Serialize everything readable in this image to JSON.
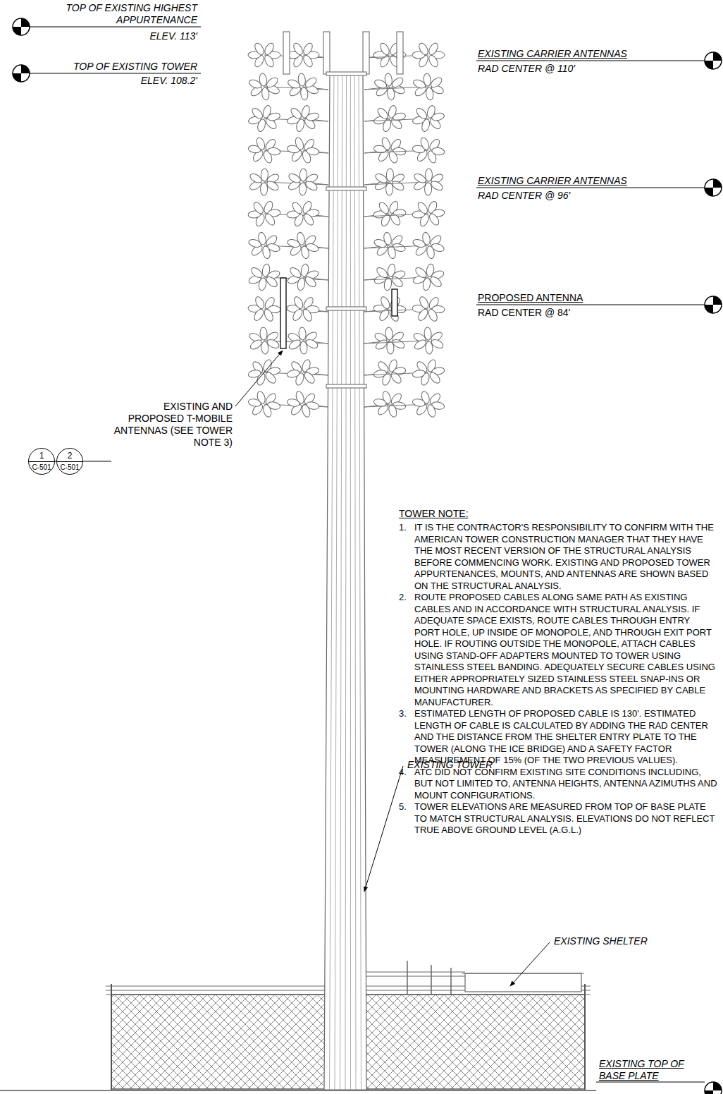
{
  "diagram": {
    "nodes": [
      {
        "text": [
          "1",
          "C-501"
        ]
      },
      {
        "text": [
          "2",
          "C-501"
        ]
      }
    ],
    "labels": [
      "TOP OF EXISTING HIGHEST APPURTENANCE",
      "ELEV. 113'",
      "TOP OF EXISTING TOWER",
      "ELEV. 108.2'",
      "EXISTING CARRIER ANTENNAS",
      "RAD CENTER @ 110'",
      "EXISTING CARRIER ANTENNAS",
      "RAD CENTER @ 96'",
      "PROPOSED ANTENNA",
      "RAD CENTER @ 84'",
      "EXISTING AND PROPOSED T-MOBILE ANTENNAS (SEE TOWER NOTE 3)",
      "TOWER NOTE:",
      "1.",
      "IT IS THE CONTRACTOR'S RESPONSIBILITY TO CONFIRM WITH THE AMERICAN TOWER CONSTRUCTION MANAGER THAT THEY HAVE THE MOST RECENT VERSION OF THE STRUCTURAL ANALYSIS BEFORE COMMENCING WORK. EXISTING AND PROPOSED TOWER APPURTENANCES, MOUNTS, AND ANTENNAS ARE SHOWN BASED ON THE STRUCTURAL ANALYSIS.",
      "2.",
      "ROUTE PROPOSED CABLES ALONG SAME PATH AS EXISTING CABLES AND IN ACCORDANCE WITH STRUCTURAL ANALYSIS. IF ADEQUATE SPACE EXISTS, ROUTE CABLES THROUGH ENTRY PORT HOLE, UP INSIDE OF MONOPOLE, AND THROUGH EXIT PORT HOLE. IF ROUTING OUTSIDE THE MONOPOLE, ATTACH CABLES USING STAND-OFF ADAPTERS MOUNTED TO TOWER USING STAINLESS STEEL BANDING. ADEQUATELY SECURE CABLES USING EITHER APPROPRIATELY SIZED STAINLESS STEEL SNAP-INS OR MOUNTING HARDWARE AND BRACKETS AS SPECIFIED BY CABLE MANUFACTURER.",
      "3.",
      "ESTIMATED LENGTH OF PROPOSED CABLE IS 130'. ESTIMATED LENGTH OF CABLE IS CALCULATED BY ADDING THE RAD CENTER AND THE DISTANCE FROM THE SHELTER ENTRY PLATE TO THE TOWER (ALONG THE ICE BRIDGE) AND A SAFETY FACTOR MEASUREMENT OF 15% (OF THE TWO PREVIOUS VALUES).",
      "4.",
      "ATC DID NOT CONFIRM EXISTING SITE CONDITIONS INCLUDING, BUT NOT LIMITED TO, ANTENNA HEIGHTS, ANTENNA AZIMUTHS AND MOUNT CONFIGURATIONS.",
      "5.",
      "TOWER ELEVATIONS ARE MEASURED FROM TOP OF BASE PLATE TO MATCH STRUCTURAL ANALYSIS. ELEVATIONS DO NOT REFLECT TRUE ABOVE GROUND LEVEL (A.G.L.)",
      "EXISTING TOWER",
      "EXISTING SHELTER",
      "EXISTING TOP OF BASE PLATE"
    ]
  }
}
